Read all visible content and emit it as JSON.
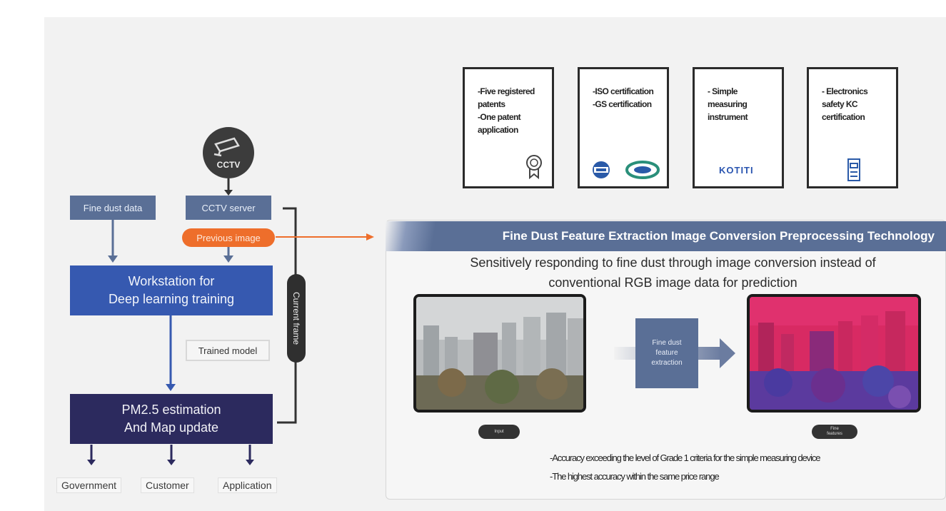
{
  "certificates": [
    {
      "text": "-Five registered\npatents\n-One patent\napplication",
      "icon": "medal-icon"
    },
    {
      "text": "-ISO certification\n-GS certification",
      "icon": "iso-gs-logo-icon"
    },
    {
      "text": "- Simple\nmeasuring\ninstrument",
      "icon": "koteti-logo-icon",
      "logo": "KOTITI"
    },
    {
      "text": "- Electronics\nsafety KC\ncertification",
      "icon": "kc-mark-icon"
    }
  ],
  "cctv": {
    "label": "CCTV",
    "icon": "cctv-camera-icon"
  },
  "flow": {
    "fine_dust_data": "Fine dust data",
    "cctv_server": "CCTV server",
    "previous_image": "Previous image",
    "workstation": [
      "Workstation for",
      "Deep learning training"
    ],
    "trained_model": "Trained model",
    "current_frame": "Current frame",
    "pm25": [
      "PM2.5 estimation",
      "And Map update"
    ],
    "targets": [
      "Government",
      "Customer",
      "Application"
    ]
  },
  "tech": {
    "banner": "Fine Dust Feature Extraction Image Conversion Preprocessing Technology",
    "subtitle": [
      "Sensitively responding to fine dust through image conversion instead of",
      "conventional RGB image data for prediction"
    ],
    "process_label": [
      "Fine dust",
      "feature",
      "extraction"
    ],
    "input_tag": "Input",
    "output_tag": "Fine\nfeatures",
    "bullets": [
      "-Accuracy exceeding the level of Grade 1 criteria for the simple measuring device",
      "-The highest accuracy within the same price range"
    ]
  },
  "colors": {
    "accent_orange": "#ee6e2b",
    "box_blue": "#3659b0",
    "box_dark": "#2c2a5e",
    "banner": "#5a6f96"
  }
}
